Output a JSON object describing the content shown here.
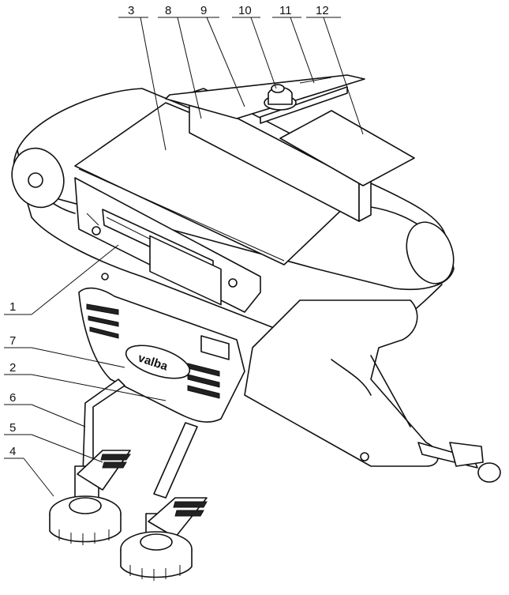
{
  "labels": {
    "n1": "1",
    "n2": "2",
    "n3": "3",
    "n4": "4",
    "n5": "5",
    "n6": "6",
    "n7": "7",
    "n8": "8",
    "n9": "9",
    "n10": "10",
    "n11": "11",
    "n12": "12"
  },
  "body_logo": "valba",
  "colors": {
    "line": "#111111",
    "background": "#ffffff"
  }
}
